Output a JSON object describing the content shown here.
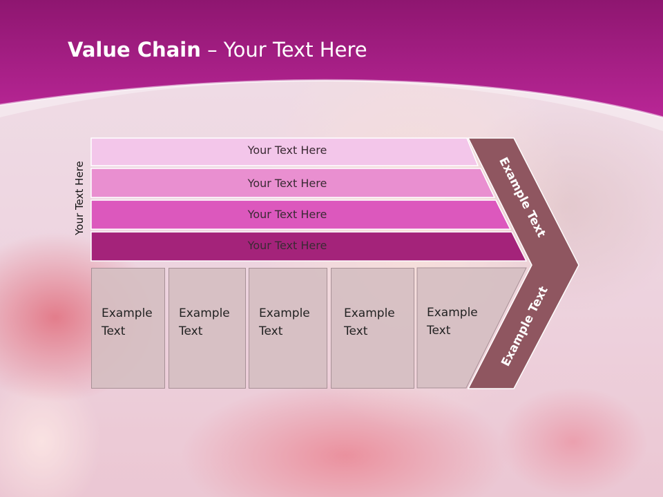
{
  "title": {
    "bold": "Value Chain",
    "rest": " – Your Text Here"
  },
  "side_label": "Your Text Here",
  "bands": [
    {
      "label": "Your Text Here",
      "color": "#f3c6ea"
    },
    {
      "label": "Your Text Here",
      "color": "#e98fd0"
    },
    {
      "label": "Your Text Here",
      "color": "#dc58bd"
    },
    {
      "label": "Your Text Here",
      "color": "#a4237a"
    }
  ],
  "boxes": [
    {
      "line1": "Example",
      "line2": "Text"
    },
    {
      "line1": "Example",
      "line2": "Text"
    },
    {
      "line1": "Example",
      "line2": "Text"
    },
    {
      "line1": "Example",
      "line2": "Text"
    },
    {
      "line1": "Example",
      "line2": "Text"
    }
  ],
  "chevron": {
    "top_label": "Example Text",
    "bottom_label": "Example Text",
    "color": "#8f5660"
  },
  "colors": {
    "header": "#a41c80",
    "band_border": "#ffffff"
  }
}
